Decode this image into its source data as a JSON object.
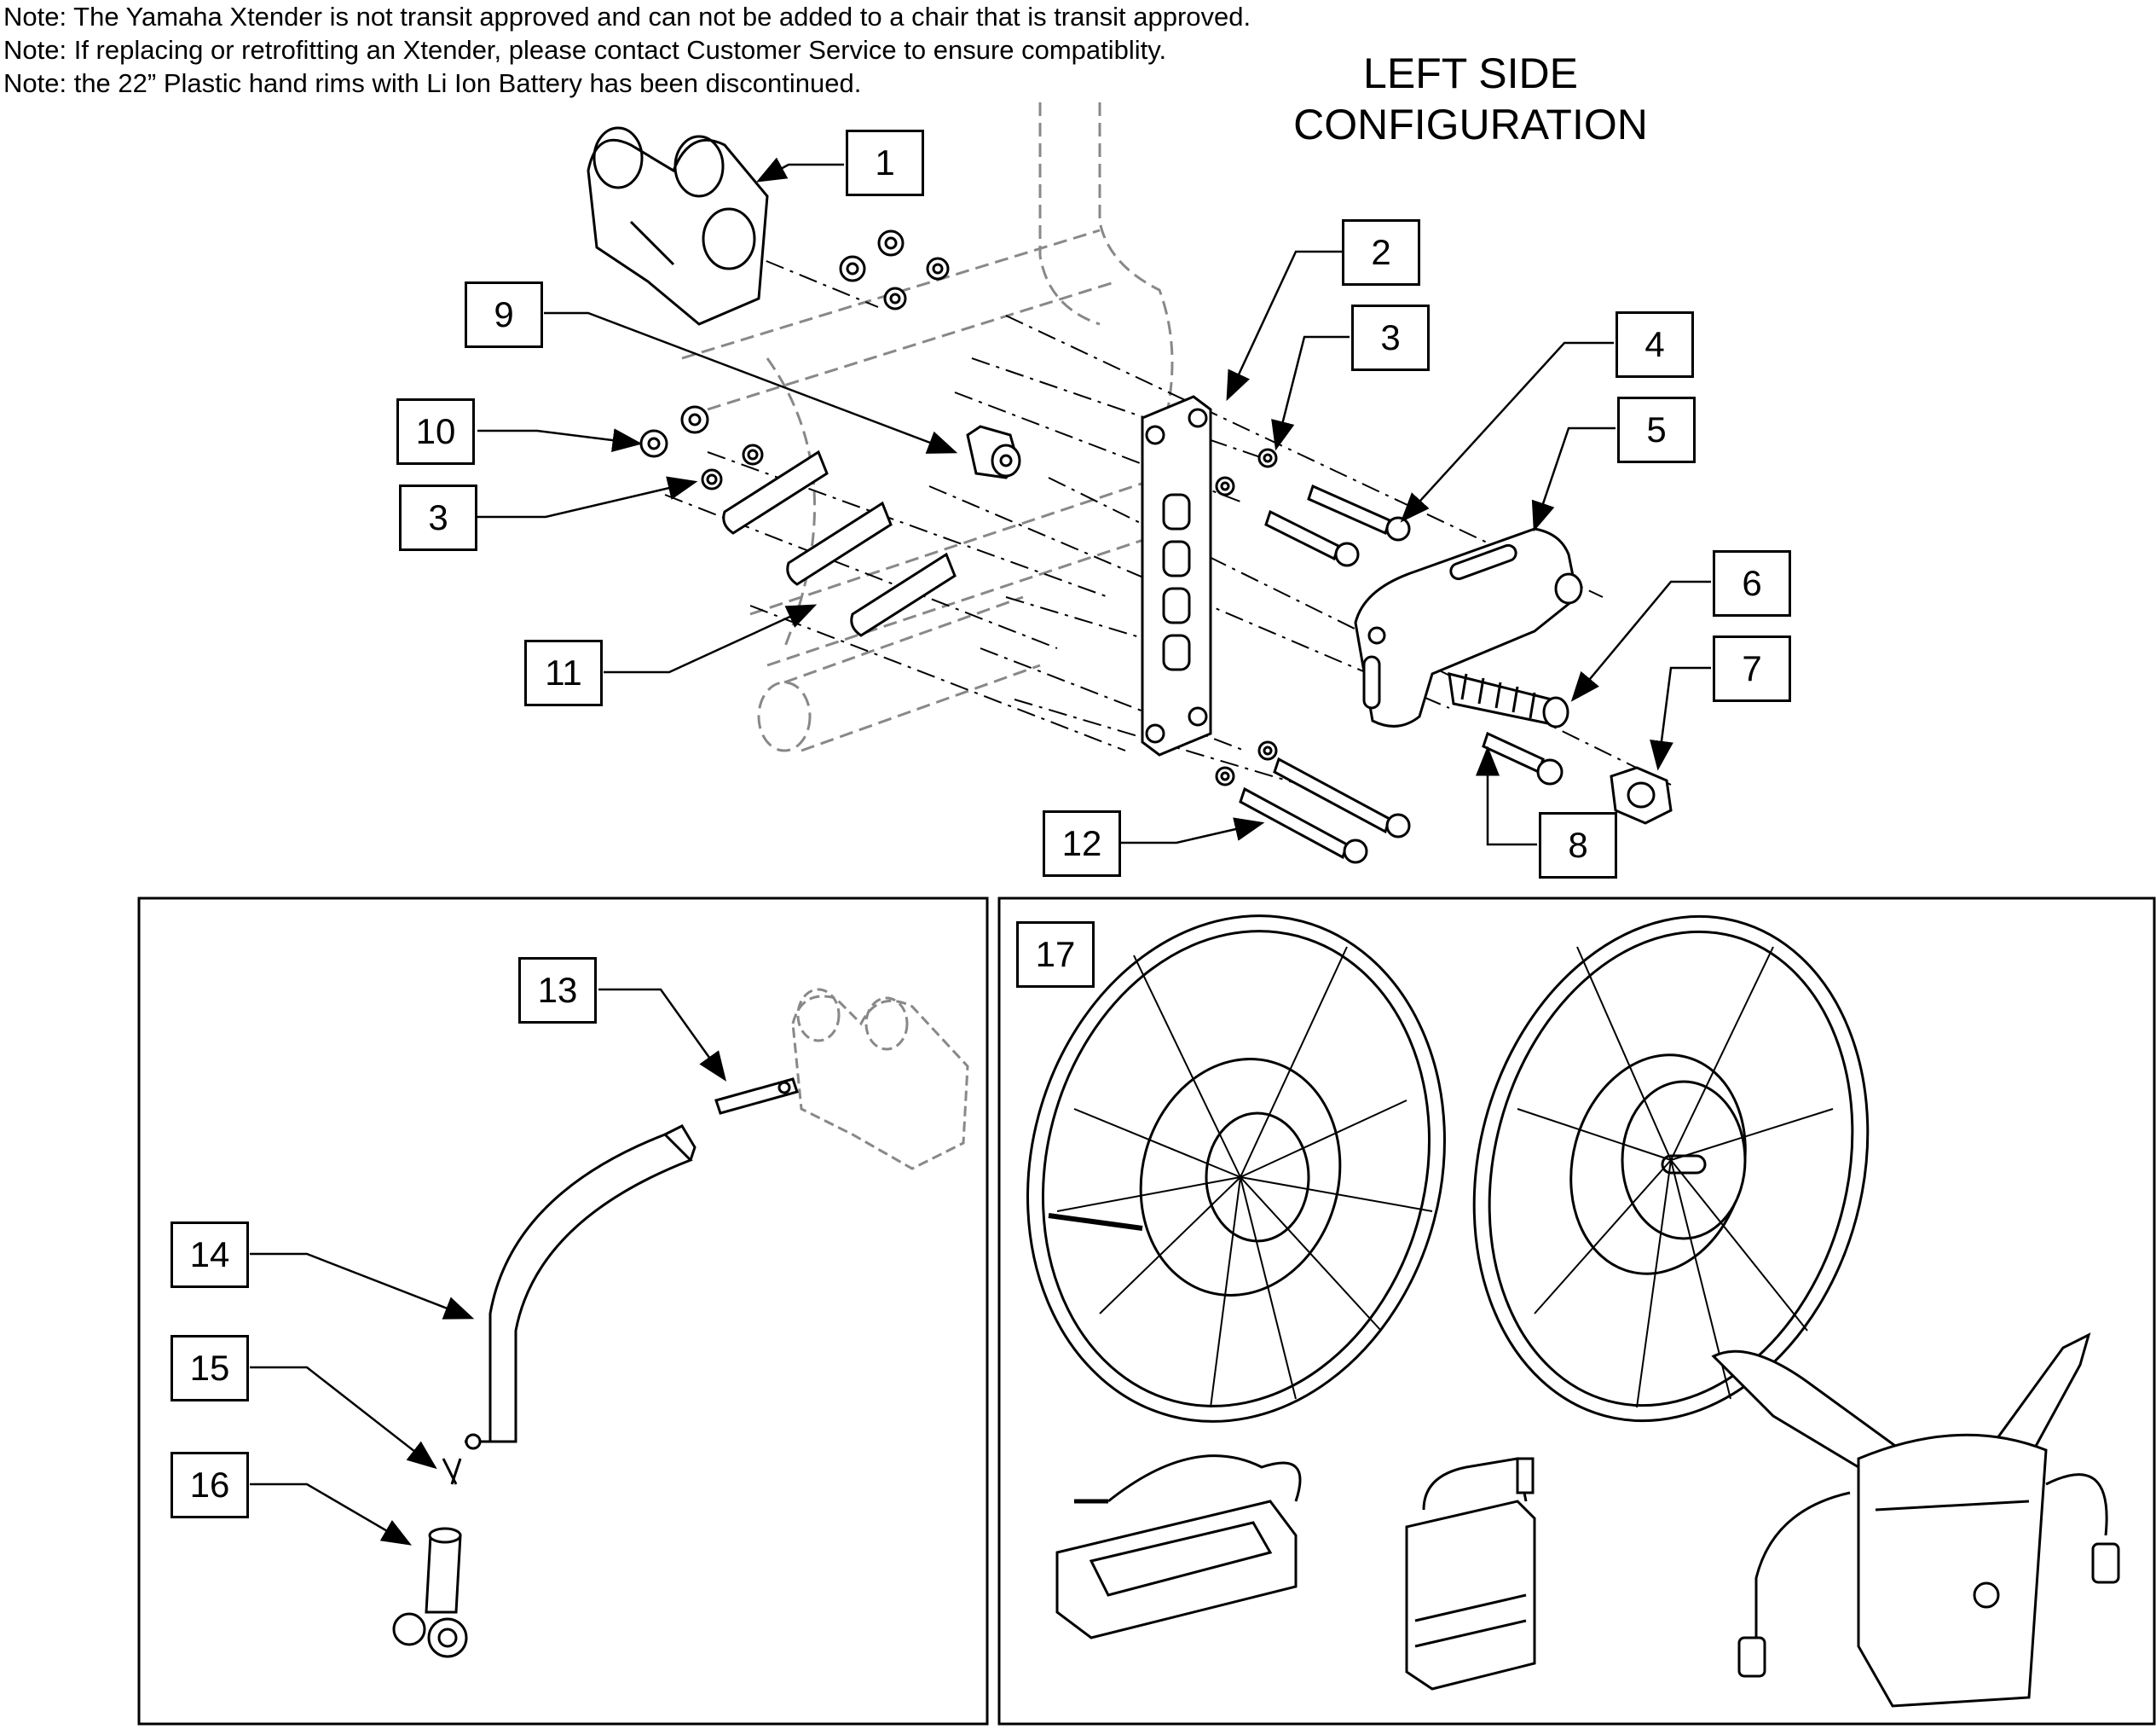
{
  "notes": [
    "Note: The Yamaha Xtender is not transit approved and can not be added to a chair that is transit approved.",
    "Note: If replacing or retrofitting an Xtender, please contact Customer Service to ensure compatiblity.",
    "Note: the 22” Plastic hand rims with Li Ion Battery has been discontinued."
  ],
  "title_line1": "LEFT SIDE",
  "title_line2": "CONFIGURATION",
  "callouts": {
    "c1": "1",
    "c2": "2",
    "c3a": "3",
    "c3b": "3",
    "c4": "4",
    "c5": "5",
    "c6": "6",
    "c7": "7",
    "c8": "8",
    "c9": "9",
    "c10": "10",
    "c11": "11",
    "c12": "12",
    "c13": "13",
    "c14": "14",
    "c15": "15",
    "c16": "16",
    "c17": "17"
  },
  "colors": {
    "ink": "#000000",
    "phantom": "#888888",
    "background": "#ffffff"
  }
}
